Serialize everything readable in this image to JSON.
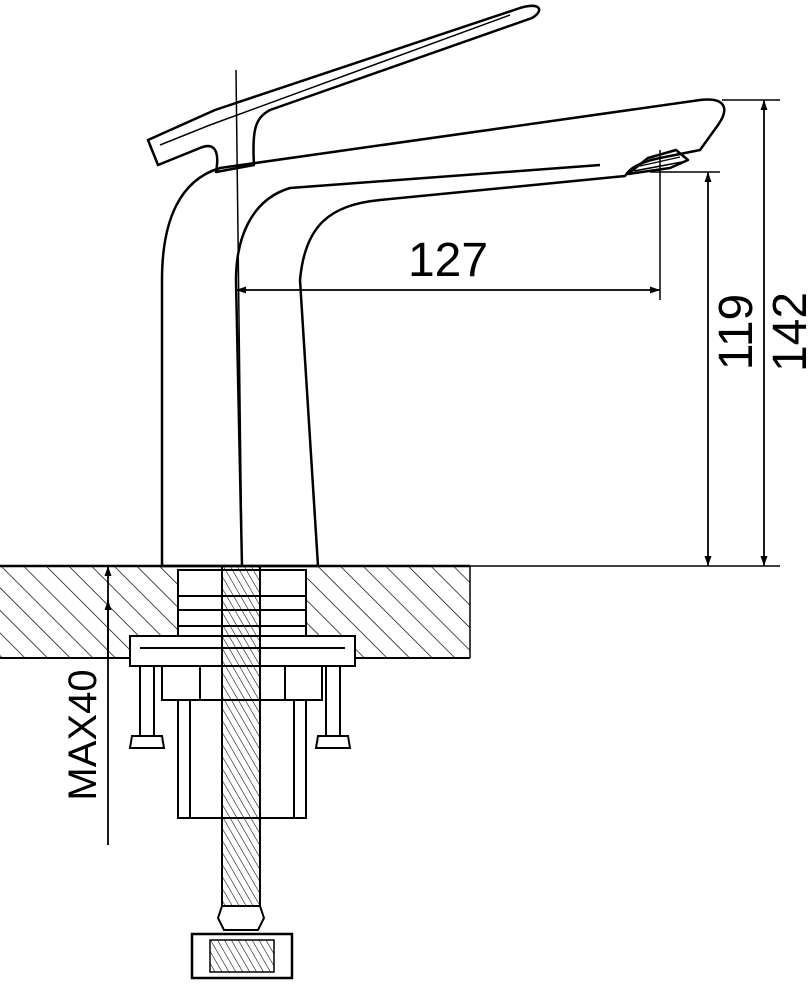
{
  "dimensions": {
    "spout_reach": "127",
    "spout_height": "119",
    "total_height": "142",
    "max_counter_thickness": "MAX40"
  },
  "colors": {
    "line": "#000000",
    "background": "#ffffff"
  }
}
